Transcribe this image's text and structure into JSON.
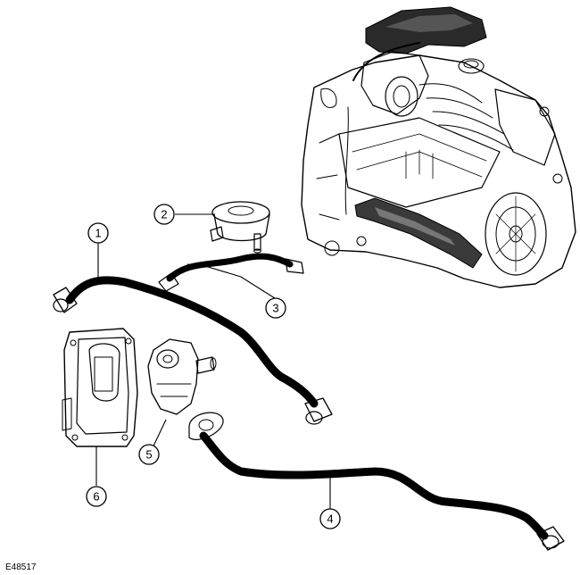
{
  "figure": {
    "reference_code": "E48517",
    "callouts": [
      {
        "id": "1",
        "label": "1"
      },
      {
        "id": "2",
        "label": "2"
      },
      {
        "id": "3",
        "label": "3"
      },
      {
        "id": "4",
        "label": "4"
      },
      {
        "id": "5",
        "label": "5"
      },
      {
        "id": "6",
        "label": "6"
      }
    ]
  }
}
